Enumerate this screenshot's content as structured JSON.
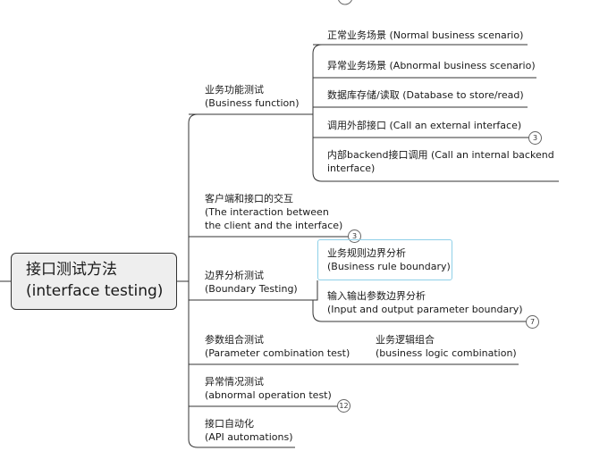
{
  "root": {
    "line1": "接口测试方法",
    "line2": "(interface testing)"
  },
  "branches": {
    "business_function": {
      "zh": "业务功能测试",
      "en": "(Business function)"
    },
    "interaction": {
      "zh": "客户端和接口的交互",
      "en1": "(The interaction between",
      "en2": "the client and the interface)",
      "badge": "3"
    },
    "boundary": {
      "zh": "边界分析测试",
      "en": "(Boundary Testing)"
    },
    "parameter": {
      "zh": "参数组合测试",
      "en": "(Parameter combination test)"
    },
    "abnormal": {
      "zh": "异常情况测试",
      "en": "(abnormal operation test)",
      "badge": "12"
    },
    "api": {
      "zh": "接口自动化",
      "en": "(API automations)"
    }
  },
  "business_children": {
    "normal": "正常业务场景 (Normal business scenario)",
    "abnormal": "异常业务场景 (Abnormal business scenario)",
    "database": "数据库存储/读取 (Database to store/read)",
    "external": "调用外部接口 (Call an external interface)",
    "external_badge": "3",
    "internal1": "内部backend接口调用 (Call an internal backend",
    "internal2": "interface)"
  },
  "boundary_children": {
    "rule_zh": "业务规则边界分析",
    "rule_en": "(Business rule boundary)",
    "io_zh": "输入输出参数边界分析",
    "io_en": "(Input and output parameter boundary)",
    "io_badge": "7"
  },
  "parameter_children": {
    "logic_zh": "业务逻辑组合",
    "logic_en": "(business logic combination)"
  }
}
